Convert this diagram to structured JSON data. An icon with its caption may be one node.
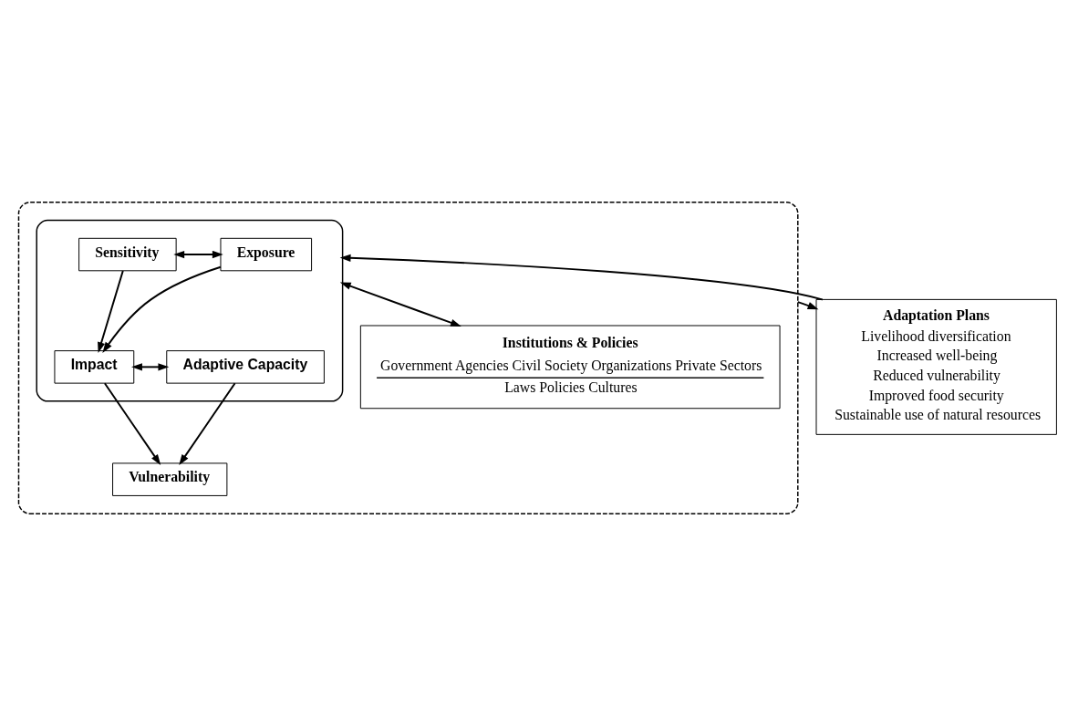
{
  "diagram": {
    "nodes": [
      {
        "text": [],
        "shape": "box"
      },
      {
        "text": [],
        "shape": "box",
        "in": 0
      },
      {
        "text": [
          "Exposure"
        ],
        "in": 1
      },
      {
        "text": [
          "Sensitivity"
        ],
        "in": 1
      },
      {
        "text": [
          "Impact"
        ],
        "in": 1
      },
      {
        "text": [
          "Adaptive Capacity"
        ],
        "in": 1
      },
      {
        "text": [
          "Institutions & Policies",
          "Government Agencies Civil Society Organizations Private Sectors",
          "Laws Policies Cultures"
        ],
        "in": 0
      },
      {
        "text": [
          "Vulnerability"
        ],
        "in": 0
      },
      {
        "text": [
          "Adaptation Plans",
          "Livelihood diversification",
          "Increased well-being",
          "Reduced vulnerability",
          "Improved food security",
          "Sustainable use of natural resources"
        ]
      }
    ],
    "edges": [
      {
        "from": 2,
        "to": 3,
        "arrow": "both"
      },
      {
        "from": 2,
        "to": 4,
        "arrow": "to"
      },
      {
        "from": 3,
        "to": 4,
        "arrow": "to"
      },
      {
        "from": 4,
        "to": 5,
        "arrow": "both"
      },
      {
        "from": 4,
        "to": 7,
        "arrow": "to"
      },
      {
        "from": 5,
        "to": 7,
        "arrow": "to"
      },
      {
        "from": 1,
        "to": 6,
        "arrow": "both"
      },
      {
        "from": 0,
        "to": 8,
        "arrow": "to"
      },
      {
        "from": 8,
        "to": 1,
        "arrow": "to"
      }
    ]
  }
}
